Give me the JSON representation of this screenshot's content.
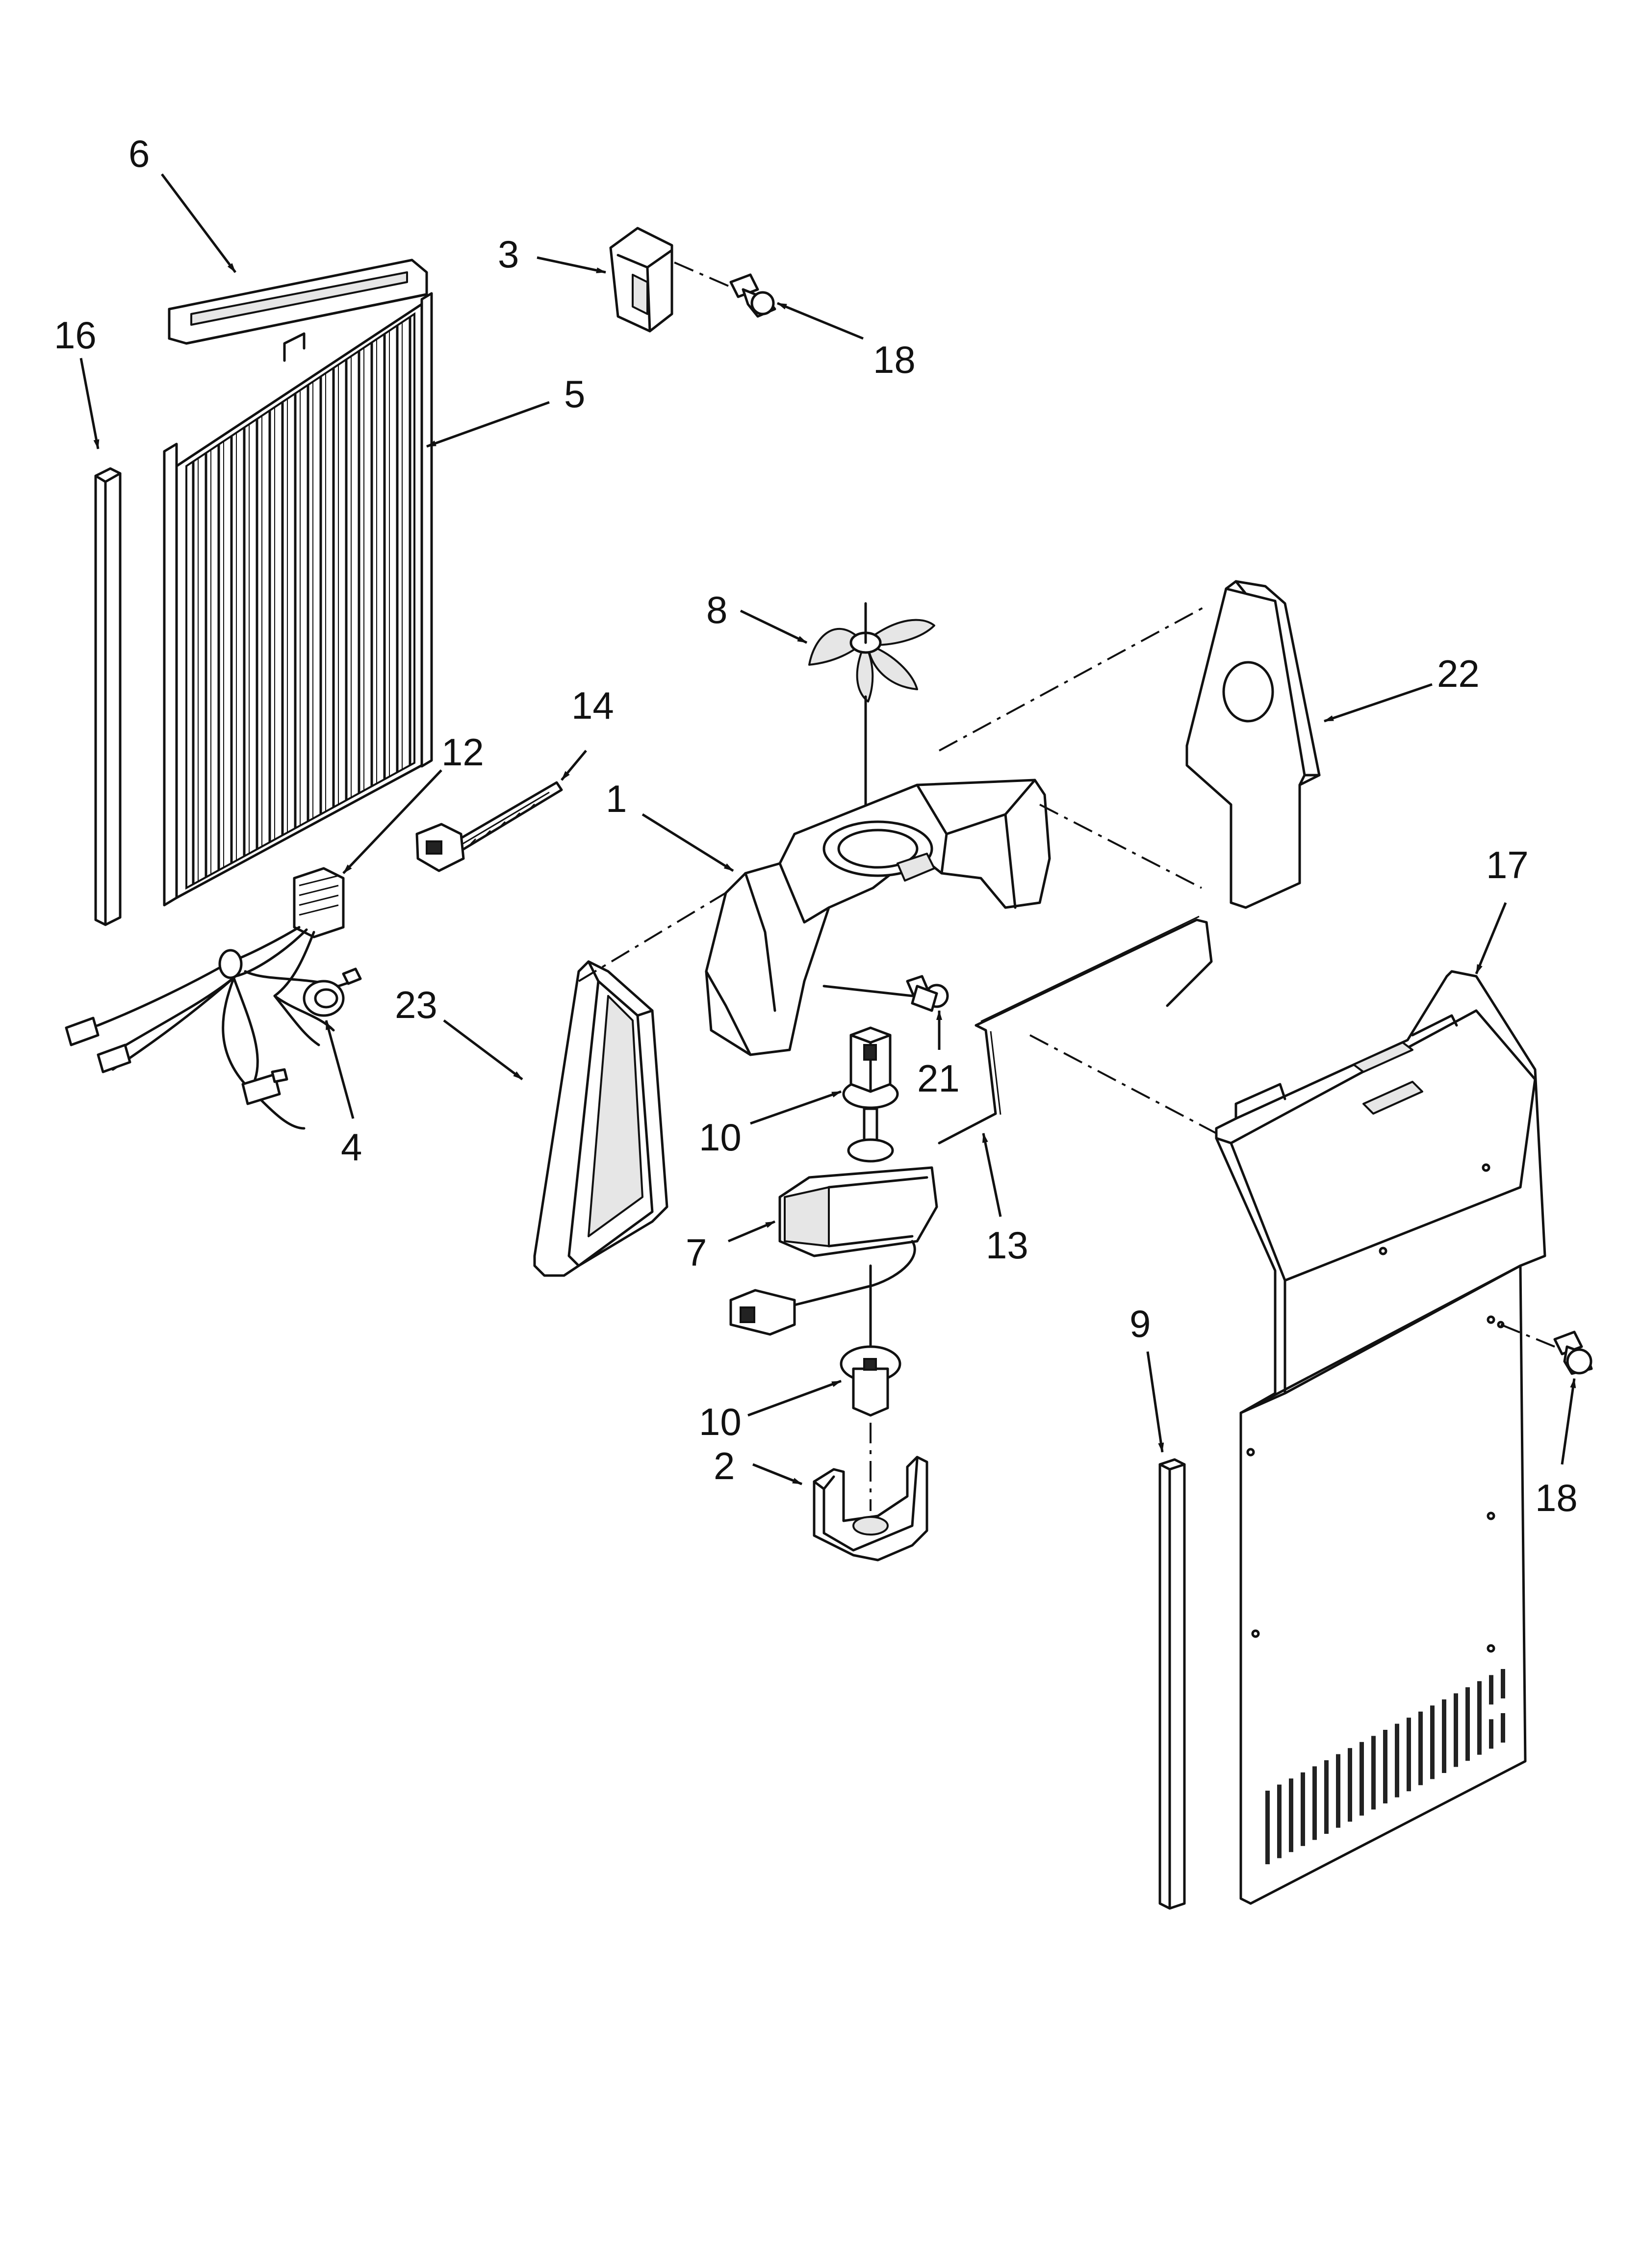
{
  "callouts": [
    {
      "id": "6",
      "text": "6"
    },
    {
      "id": "3",
      "text": "3"
    },
    {
      "id": "18a",
      "text": "18"
    },
    {
      "id": "16",
      "text": "16"
    },
    {
      "id": "5",
      "text": "5"
    },
    {
      "id": "8",
      "text": "8"
    },
    {
      "id": "22",
      "text": "22"
    },
    {
      "id": "14",
      "text": "14"
    },
    {
      "id": "12",
      "text": "12"
    },
    {
      "id": "1",
      "text": "1"
    },
    {
      "id": "17",
      "text": "17"
    },
    {
      "id": "23",
      "text": "23"
    },
    {
      "id": "4",
      "text": "4"
    },
    {
      "id": "21",
      "text": "21"
    },
    {
      "id": "10a",
      "text": "10"
    },
    {
      "id": "13",
      "text": "13"
    },
    {
      "id": "7",
      "text": "7"
    },
    {
      "id": "9",
      "text": "9"
    },
    {
      "id": "10b",
      "text": "10"
    },
    {
      "id": "18b",
      "text": "18"
    },
    {
      "id": "2",
      "text": "2"
    }
  ]
}
